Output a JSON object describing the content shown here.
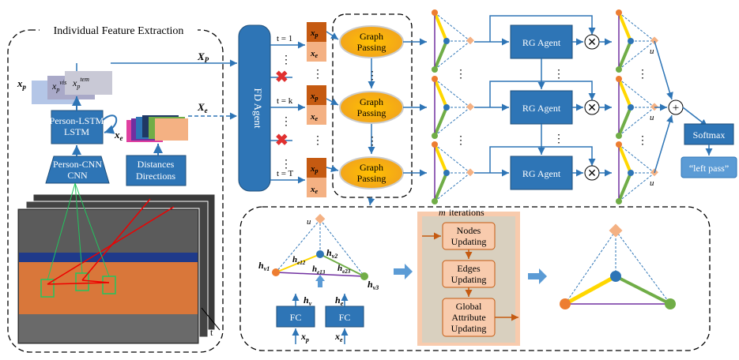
{
  "section_feature": {
    "title": "Individual Feature Extraction"
  },
  "person_lstm": "Person-LSTM",
  "person_cnn": "Person-CNN",
  "distances": {
    "line1": "Distances",
    "line2": "Directions"
  },
  "feat_labels": {
    "xp": "x",
    "xp_sub": "p",
    "xvis": "x",
    "xvis_sub": "p",
    "xvis_sup": "vis",
    "xtem": "x",
    "xtem_sub": "p",
    "xtem_sup": "tem",
    "xe": "x",
    "xe_sub": "e"
  },
  "arrow_labels": {
    "Xp": "X",
    "Xp_sub": "P",
    "Xe": "X",
    "Xe_sub": "e"
  },
  "time_axis": "t",
  "fd_agent": "FD Agent",
  "time_steps": [
    {
      "label": "t = 1"
    },
    {
      "label": "t = k"
    },
    {
      "label": "t = T"
    }
  ],
  "step_feat": {
    "p": "x",
    "p_sub": "p",
    "e": "x",
    "e_sub": "e"
  },
  "graph_passing": {
    "line1": "Graph",
    "line2": "Passing"
  },
  "rg_agent": "RG Agent",
  "u_label": "u",
  "softmax": "Softmax",
  "output": "“left pass”",
  "ellipsis": "⋮",
  "bottom": {
    "u": "u",
    "hv1": "h",
    "hv1_sub": "v1",
    "hv2": "h",
    "hv2_sub": "v2",
    "hv3": "h",
    "hv3_sub": "v3",
    "he12": "h",
    "he12_sub": "e12",
    "he23": "h",
    "he23_sub": "e23",
    "he13": "h",
    "he13_sub": "e13",
    "hv": "h",
    "hv_sub": "v",
    "he": "h",
    "he_sub": "e",
    "fc": "FC",
    "xp": "x",
    "xp_sub": "p",
    "xe": "x",
    "xe_sub": "e",
    "m": "m",
    "iterations": "iterations",
    "nodes": {
      "line1": "Nodes",
      "line2": "Updating"
    },
    "edges": {
      "line1": "Edges",
      "line2": "Updating"
    },
    "global": {
      "line1": "Global",
      "line2": "Attribute",
      "line3": "Updating"
    }
  },
  "colors": {
    "blue_box": "#2e75b6",
    "orange_graph": "#f5a623",
    "feat_dark": "#c55a11",
    "feat_light": "#f4b183",
    "iter_bg": "#f8cbad",
    "iter_inner": "#d9d0bf",
    "yellow_edge": "#ffd700",
    "green_edge": "#70ad47",
    "purple_edge": "#7030a0"
  }
}
